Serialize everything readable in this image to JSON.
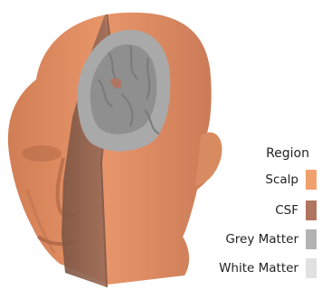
{
  "legend": {
    "title": "Region",
    "items": [
      {
        "label": "Scalp",
        "color": "#f0a06c"
      },
      {
        "label": "CSF",
        "color": "#b07560"
      },
      {
        "label": "Grey Matter",
        "color": "#b3b3b3"
      },
      {
        "label": "White Matter",
        "color": "#e1e1e1"
      }
    ]
  }
}
